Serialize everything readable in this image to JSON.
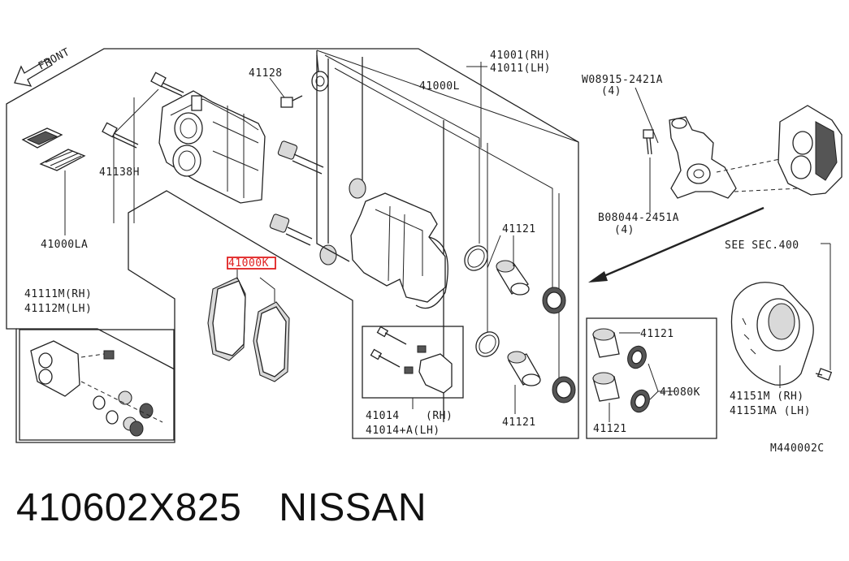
{
  "diagram": {
    "front_label": "FRONT",
    "drawing_code": "M440002C",
    "labels": {
      "p41128": "41128",
      "p41138h": "41138H",
      "p41000la": "41000LA",
      "p41001rh": "41001(RH)",
      "p41011lh": "41011(LH)",
      "p41000l": "41000L",
      "p41121_a": "41121",
      "p41121_b": "41121",
      "p41121_c": "41121",
      "p41121_d": "41121",
      "p41000k": "41000K",
      "p41111m": "41111M(RH)",
      "p41112m": "41112M(LH)",
      "p41014": "41014",
      "p41014rh": "(RH)",
      "p41014a": "41014+A(LH)",
      "p41080k": "41080K",
      "w_bolt": "W08915-2421A",
      "w_qty": "(4)",
      "b_bolt": "B08044-2451A",
      "b_qty": "(4)",
      "see_sec": "SEE SEC.400",
      "p41151m": "41151M (RH)",
      "p41151ma": "41151MA (LH)"
    }
  },
  "caption": {
    "part_number": "410602X825",
    "brand": "NISSAN"
  },
  "colors": {
    "highlight": "#e02020",
    "line": "#222222"
  }
}
